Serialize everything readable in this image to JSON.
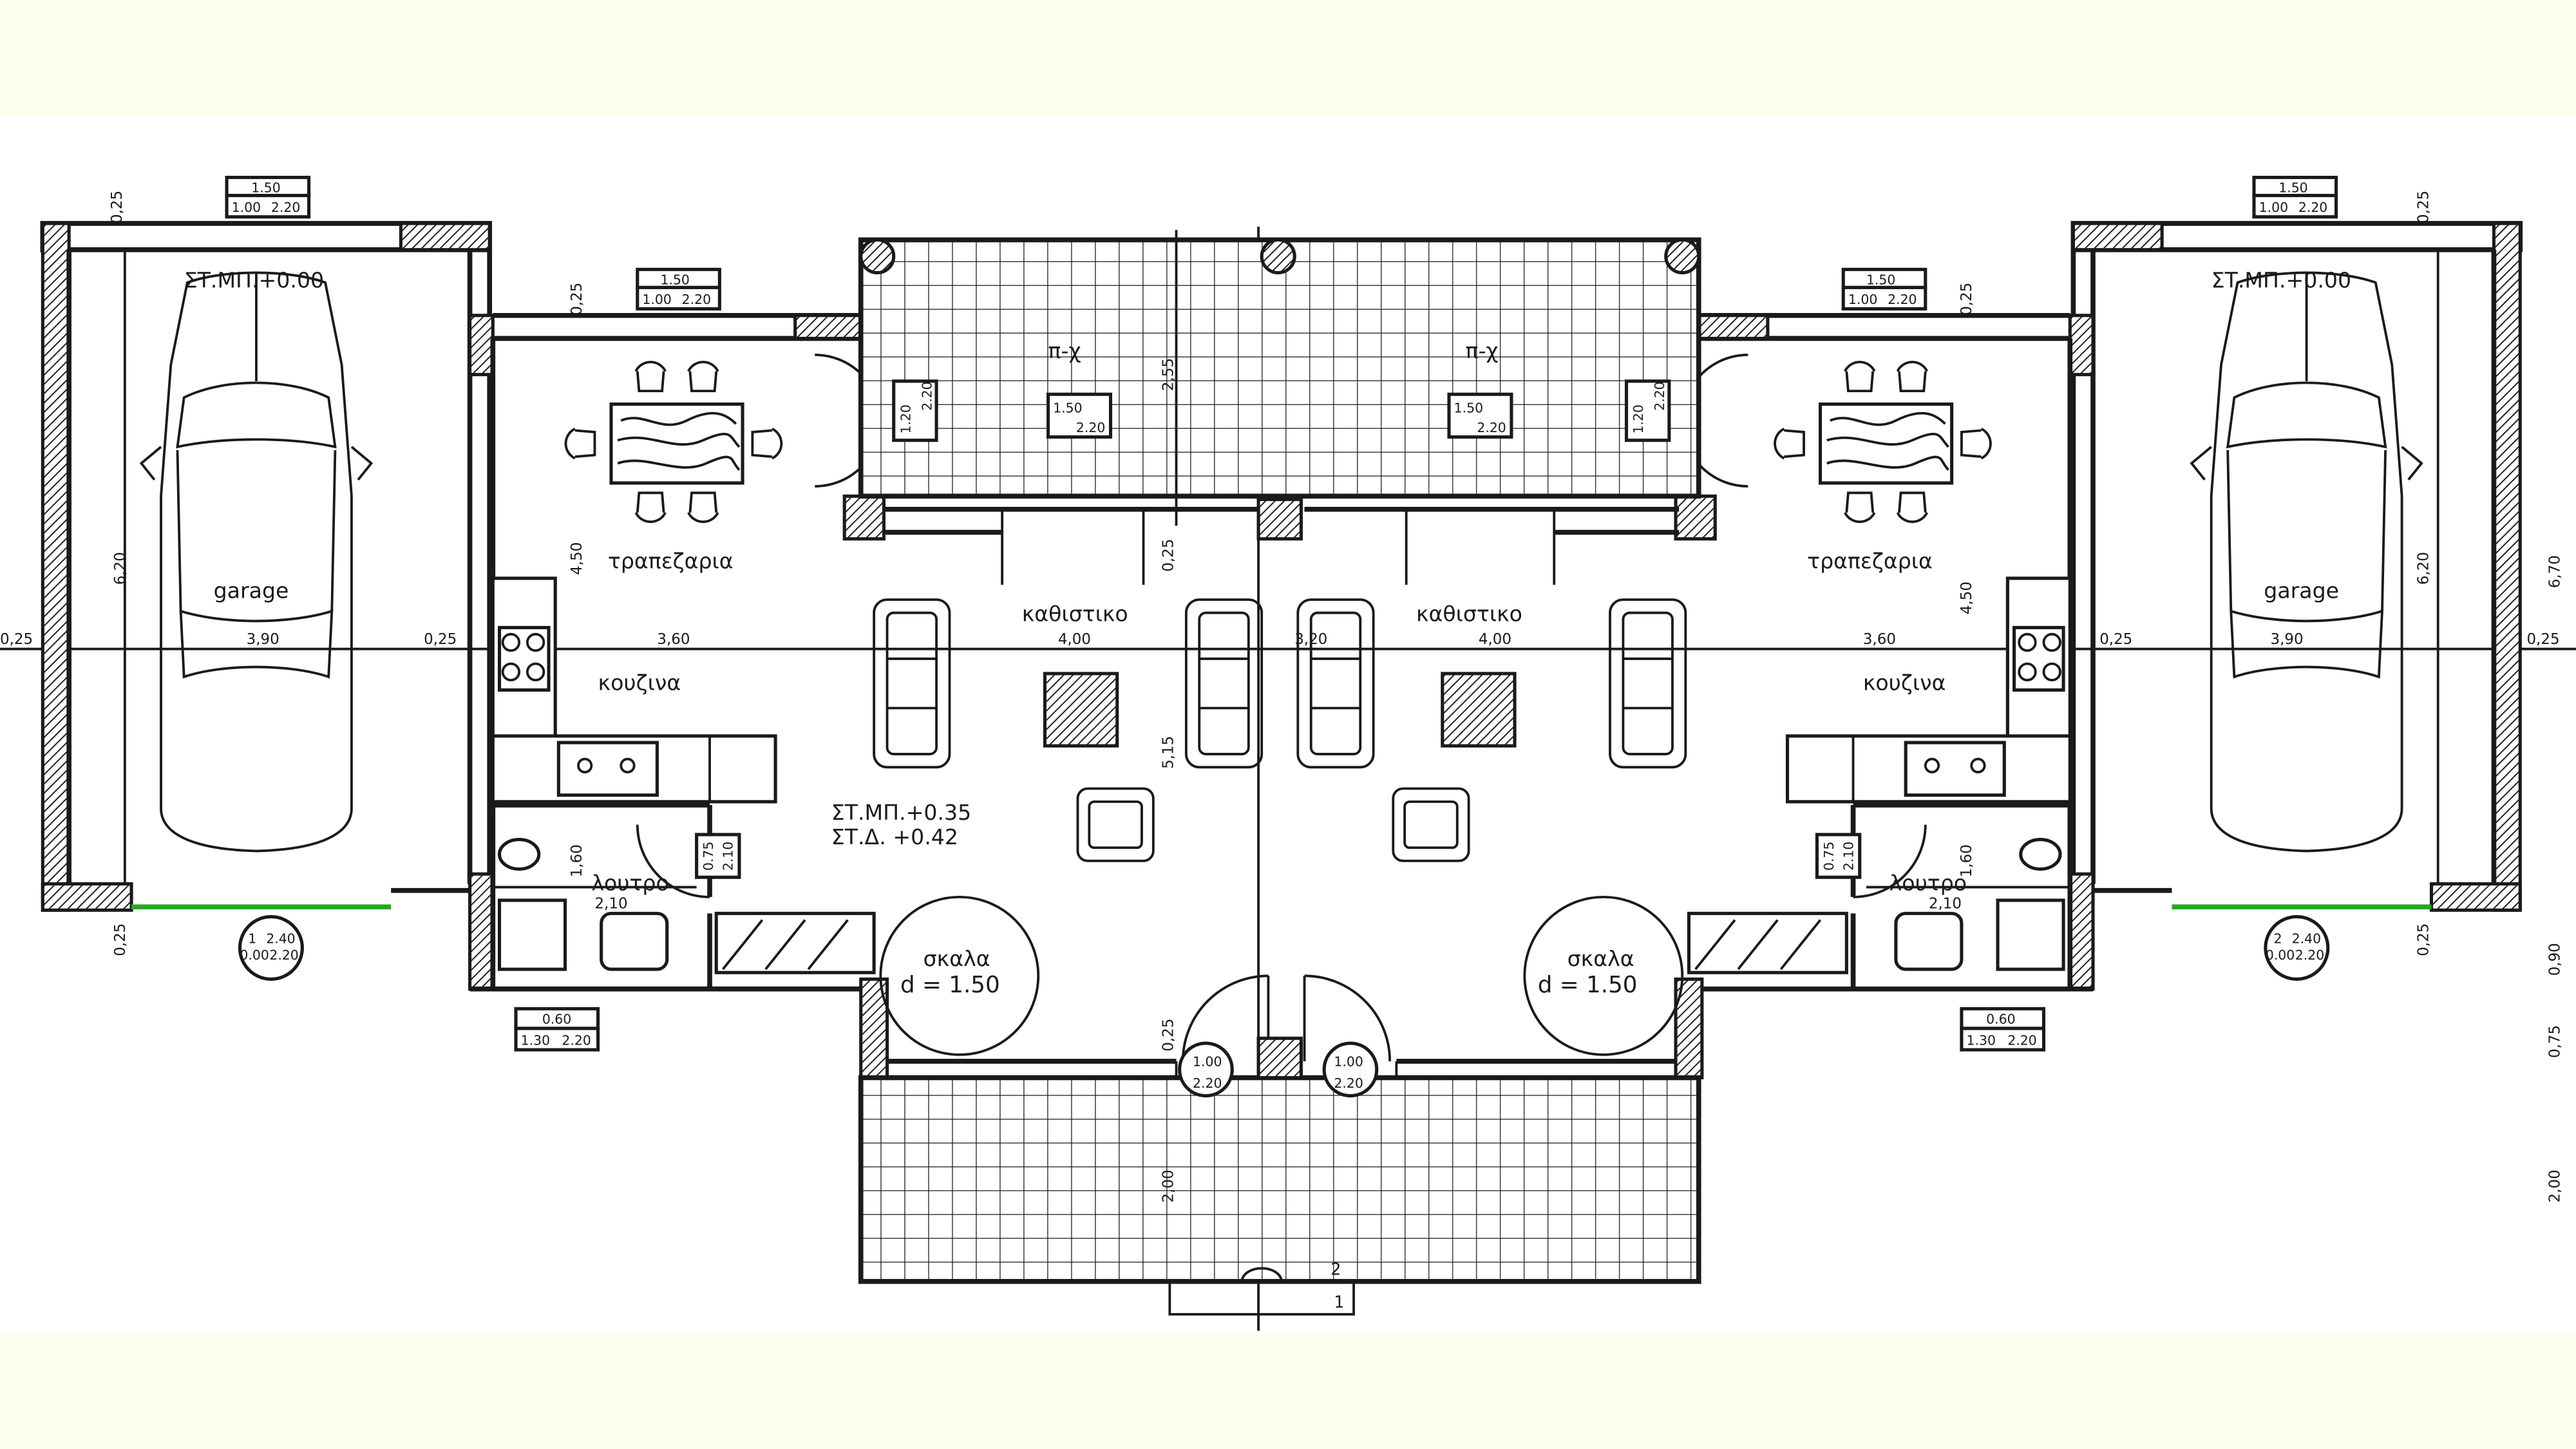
{
  "labels": {
    "garage_left": "garage",
    "garage_right": "garage",
    "garage_level_left": "ΣΤ.ΜΠ.+0.00",
    "garage_level_right": "ΣΤ.ΜΠ.+0.00",
    "dining_left": "τραπεζαρια",
    "dining_right": "τραπεζαρια",
    "kitchen_left": "κουζινα",
    "kitchen_right": "κουζινα",
    "living_left": "καθιστικο",
    "living_right": "καθιστικο",
    "bath_left": "λουτρο",
    "bath_right": "λουτρο",
    "patio_left": "π-χ",
    "patio_right": "π-χ",
    "stair_left": "σκαλα",
    "stair_right": "σκαλα",
    "stair_d_left": "d = 1.50",
    "stair_d_right": "d = 1.50",
    "level_floor": "ΣΤ.ΜΠ.+0.35",
    "level_finish": "ΣΤ.Δ.  +0.42",
    "section_1": "1",
    "section_2": "2"
  },
  "dimensions": {
    "d_025": "0,25",
    "d_390": "3,90",
    "d_360": "3,60",
    "d_400": "4,00",
    "d_320": "3,20",
    "d_620": "6,20",
    "d_450": "4,50",
    "d_255": "2,55",
    "d_515": "5,15",
    "d_160": "1,60",
    "d_210": "2,10",
    "d_200": "2,00",
    "d_670": "6,70",
    "d_090": "0,90",
    "d_075": "0,75"
  },
  "openings": {
    "w_150": "1.50",
    "w_100": "1.00",
    "w_220": "2.20",
    "w_060": "0.60",
    "w_130": "1.30",
    "w_120": "1.20",
    "w_075": "0.75",
    "w_210": "2.10",
    "w_240": "2.40",
    "w_000": "0.00",
    "g_1": "1",
    "g_2": "2"
  },
  "colors": {
    "background": "#fdfdeb",
    "sheet": "#ffffff",
    "ink": "#1a1a1a",
    "green": "#22aa22"
  }
}
